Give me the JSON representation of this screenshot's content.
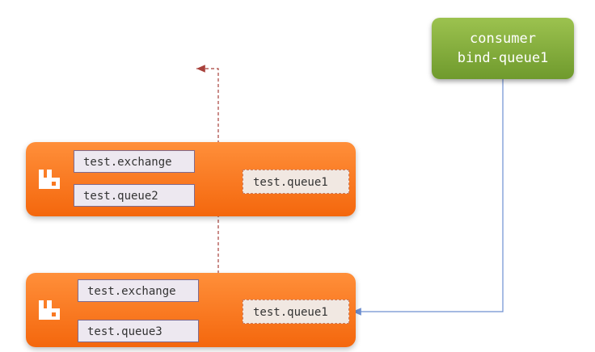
{
  "consumer": {
    "line1": "consumer",
    "line2": "bind-queue1"
  },
  "nodes": [
    {
      "exchange": "test.exchange",
      "queue": "test.queue2",
      "mirror_queue": "test.queue1"
    },
    {
      "exchange": "test.exchange",
      "queue": "test.queue3",
      "mirror_queue": "test.queue1"
    }
  ],
  "colors": {
    "node_orange": "#f4670d",
    "consumer_green": "#7aa535",
    "binding_line": "#6d8fd1",
    "dashed_line": "#a8413b"
  },
  "icons": {
    "node": "rabbitmq-logo-icon"
  }
}
